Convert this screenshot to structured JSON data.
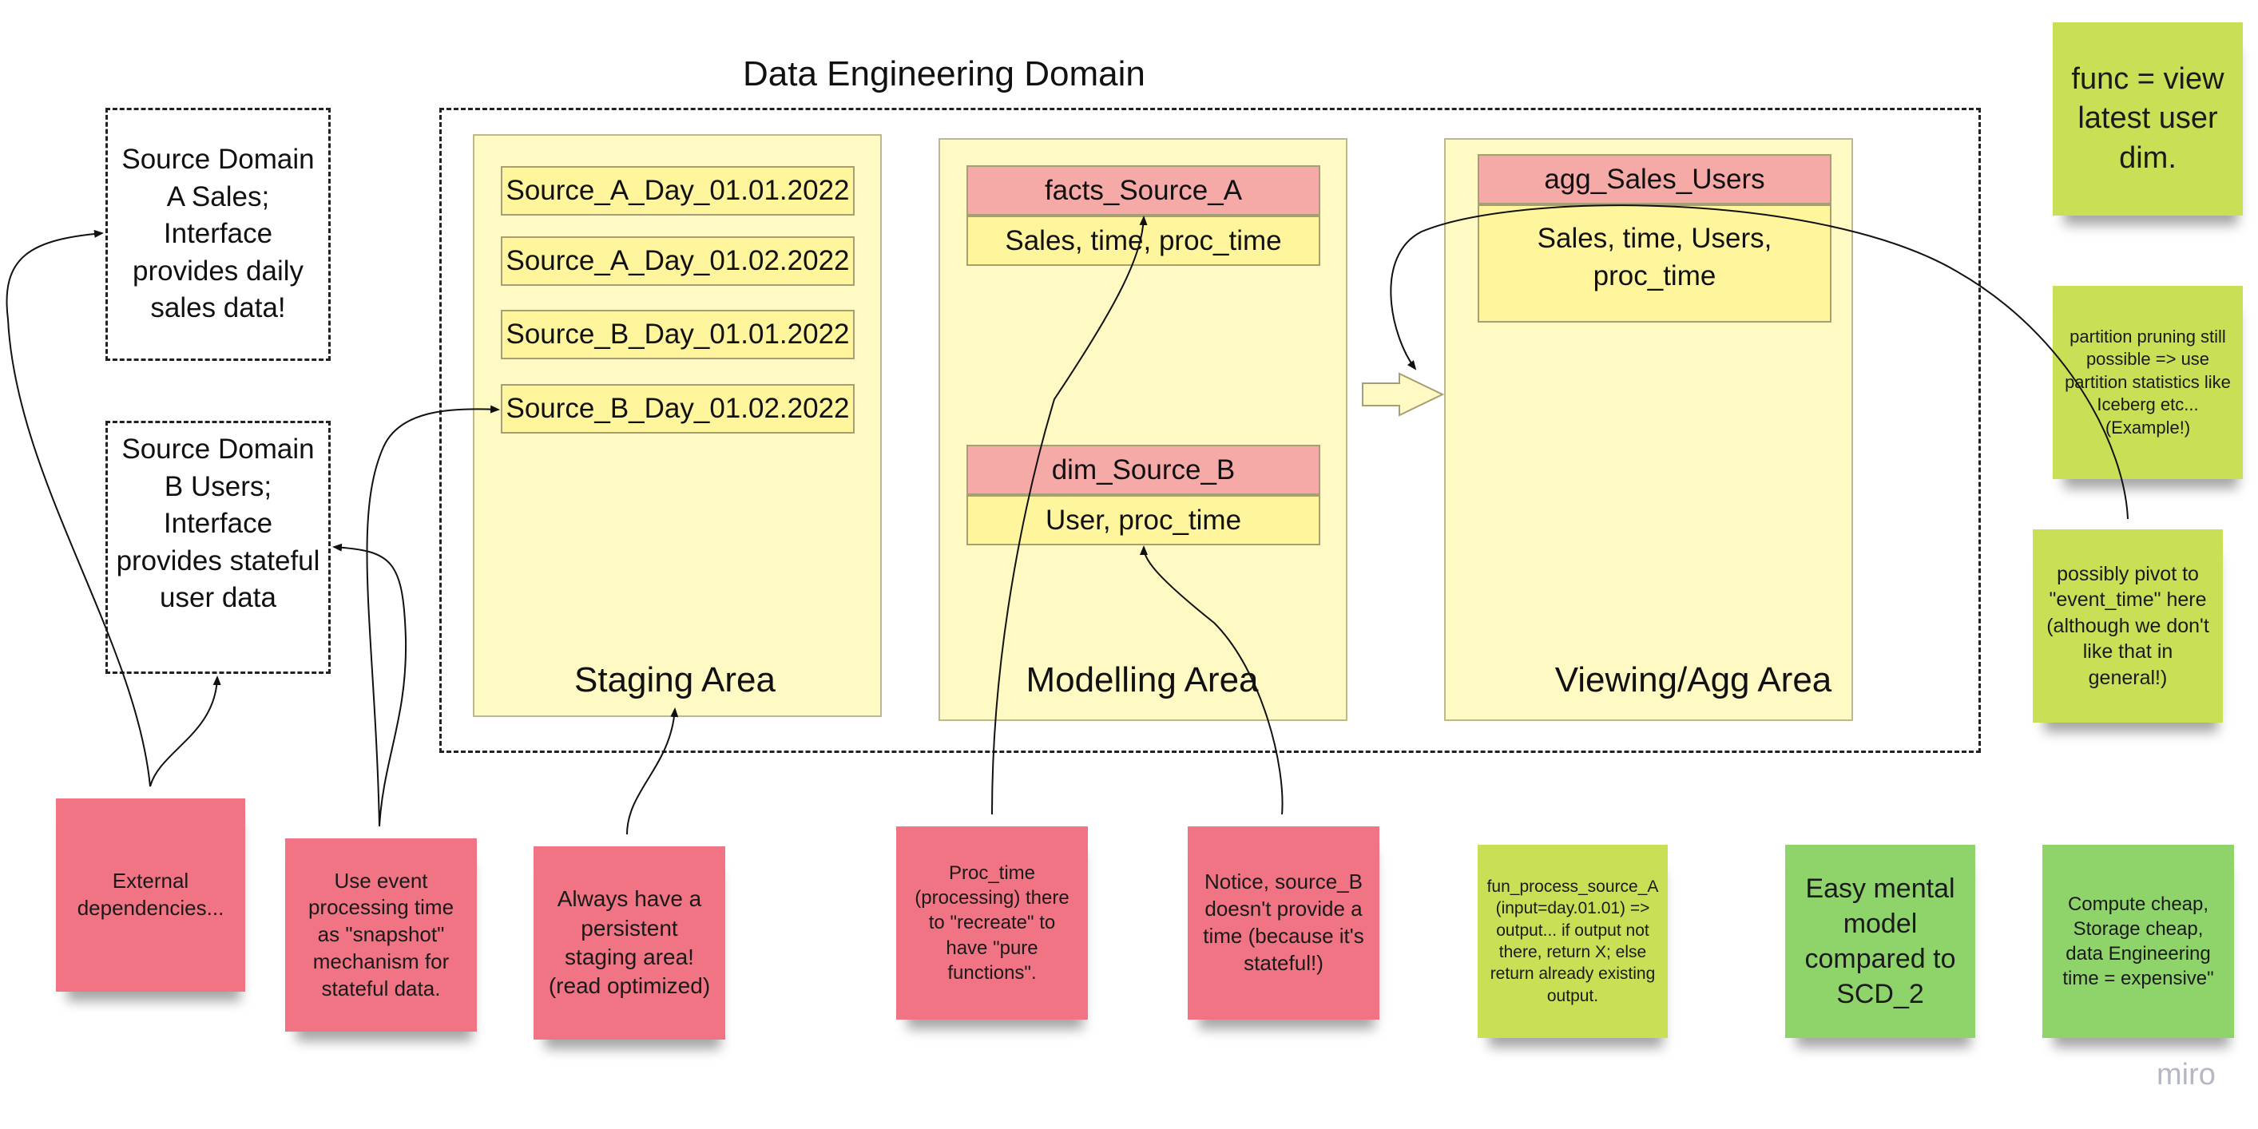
{
  "title": "Data Engineering Domain",
  "source_a": "Source Domain A Sales; Interface provides daily sales data!",
  "source_b": "Source Domain B Users; Interface provides stateful user data",
  "staging": {
    "label": "Staging Area",
    "items": [
      "Source_A_Day_01.01.2022",
      "Source_A_Day_01.02.2022",
      "Source_B_Day_01.01.2022",
      "Source_B_Day_01.02.2022"
    ]
  },
  "modelling": {
    "label": "Modelling Area",
    "facts_header": "facts_Source_A",
    "facts_body": "Sales, time, proc_time",
    "dim_header": "dim_Source_B",
    "dim_body": "User, proc_time"
  },
  "viewing": {
    "label": "Viewing/Agg Area",
    "agg_header": "agg_Sales_Users",
    "agg_body": "Sales, time, Users, proc_time"
  },
  "notes": {
    "external": "External dependencies...",
    "event_time": "Use event processing time as \"snapshot\" mechanism for stateful data.",
    "staging": "Always have a persistent staging area! (read optimized)",
    "proc_time": "Proc_time (processing) there to \"recreate\" to have \"pure functions\".",
    "source_b": "Notice, source_B doesn't provide a time (because it's stateful!)",
    "fun_process": "fun_process_source_A (input=day.01.01) => output... if output not there, return X; else return already existing output.",
    "mental_model": "Easy mental model compared to SCD_2",
    "compute": "Compute cheap, Storage cheap, data Engineering time = expensive\"",
    "func": "func = view latest user dim.",
    "partition": "partition pruning still possible => use partition statistics like Iceberg etc... (Example!)",
    "pivot": "possibly pivot to \"event_time\" here (although we don't like that in general!)"
  },
  "watermark": "miro",
  "colors": {
    "area_fill": "#fff9c4",
    "item_fill": "#fff59d",
    "header_fill": "#f5aaa8",
    "sticky_red": "#f07483",
    "sticky_lime": "#c9df56",
    "sticky_green": "#8fd46b"
  }
}
